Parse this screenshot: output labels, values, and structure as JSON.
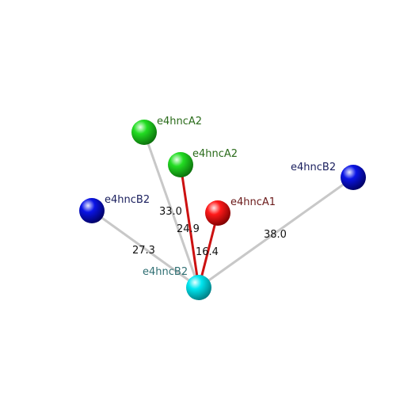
{
  "nodes": [
    {
      "id": "center",
      "label": "e4hncB2",
      "color": "#00e6f0",
      "label_color": "#2f6f73"
    },
    {
      "id": "green_top",
      "label": "e4hncA2",
      "color": "#22dd22",
      "label_color": "#2a6b1a"
    },
    {
      "id": "green_mid",
      "label": "e4hncA2",
      "color": "#22dd22",
      "label_color": "#2a6b1a"
    },
    {
      "id": "red",
      "label": "e4hncA1",
      "color": "#ff1a1a",
      "label_color": "#6b1a1a"
    },
    {
      "id": "blue_left",
      "label": "e4hncB2",
      "color": "#0a14e6",
      "label_color": "#1a1f5e"
    },
    {
      "id": "blue_right",
      "label": "e4hncB2",
      "color": "#0a14e6",
      "label_color": "#1a1f5e"
    }
  ],
  "edges": [
    {
      "from": "center",
      "to": "green_top",
      "label": "33.0",
      "color": "#c8c8c8"
    },
    {
      "from": "center",
      "to": "green_mid",
      "label": "24.9",
      "color": "#cc1111"
    },
    {
      "from": "center",
      "to": "red",
      "label": "16.4",
      "color": "#cc1111"
    },
    {
      "from": "center",
      "to": "blue_left",
      "label": "27.3",
      "color": "#c8c8c8"
    },
    {
      "from": "center",
      "to": "blue_right",
      "label": "38.0",
      "color": "#c8c8c8"
    }
  ]
}
